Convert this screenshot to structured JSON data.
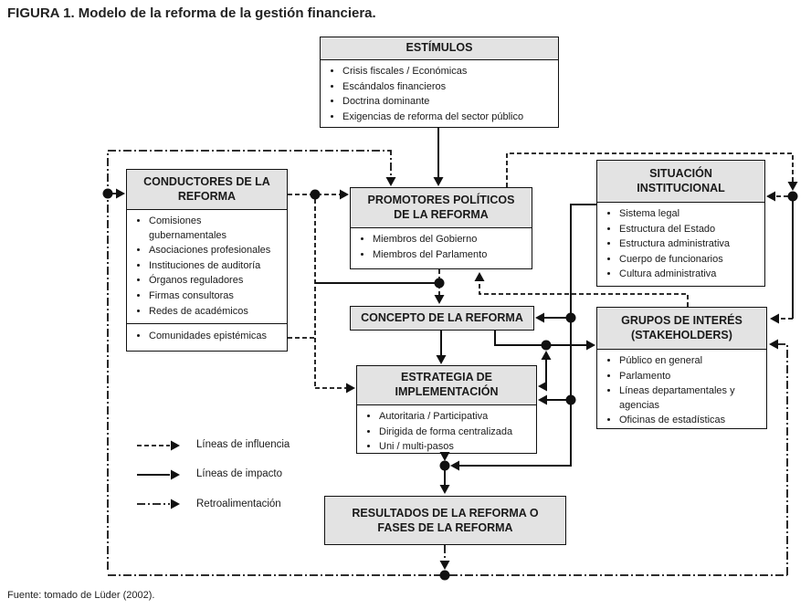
{
  "title": "FIGURA 1. Modelo de la reforma de la gestión financiera.",
  "source": "Fuente: tomado de Lüder (2002).",
  "colors": {
    "header_fill": "#e3e3e3",
    "line": "#111111",
    "background": "#ffffff"
  },
  "boxes": {
    "estimulos": {
      "title": "ESTÍMULOS",
      "items": [
        "Crisis fiscales / Económicas",
        "Escándalos financieros",
        "Doctrina dominante",
        "Exigencias de reforma del sector público"
      ]
    },
    "conductores": {
      "title": "CONDUCTORES DE LA REFORMA",
      "items": [
        "Comisiones gubernamentales",
        "Asociaciones profesionales",
        "Instituciones de auditoría",
        "Órganos reguladores",
        "Firmas consultoras",
        "Redes de académicos"
      ],
      "sub_items": [
        "Comunidades epistémicas"
      ]
    },
    "promotores": {
      "title": "PROMOTORES POLÍTICOS DE LA REFORMA",
      "items": [
        "Miembros del Gobierno",
        "Miembros del Parlamento"
      ]
    },
    "situacion": {
      "title": "SITUACIÓN INSTITUCIONAL",
      "items": [
        "Sistema legal",
        "Estructura del Estado",
        "Estructura administrativa",
        "Cuerpo de funcionarios",
        "Cultura administrativa"
      ]
    },
    "concepto": {
      "title": "CONCEPTO DE LA REFORMA"
    },
    "grupos": {
      "title": "GRUPOS DE INTERÉS (STAKEHOLDERS)",
      "items": [
        "Público en general",
        "Parlamento",
        "Líneas departamentales y agencias",
        "Oficinas de estadísticas"
      ]
    },
    "estrategia": {
      "title": "ESTRATEGIA DE IMPLEMENTACIÓN",
      "items": [
        "Autoritaria / Participativa",
        "Dirigida de forma centralizada",
        "Uni / multi-pasos"
      ]
    },
    "resultados": {
      "title": "RESULTADOS DE LA REFORMA O FASES DE LA REFORMA"
    }
  },
  "legend": {
    "influence": "Líneas de influencia",
    "impact": "Líneas de impacto",
    "feedback": "Retroalimentación"
  }
}
